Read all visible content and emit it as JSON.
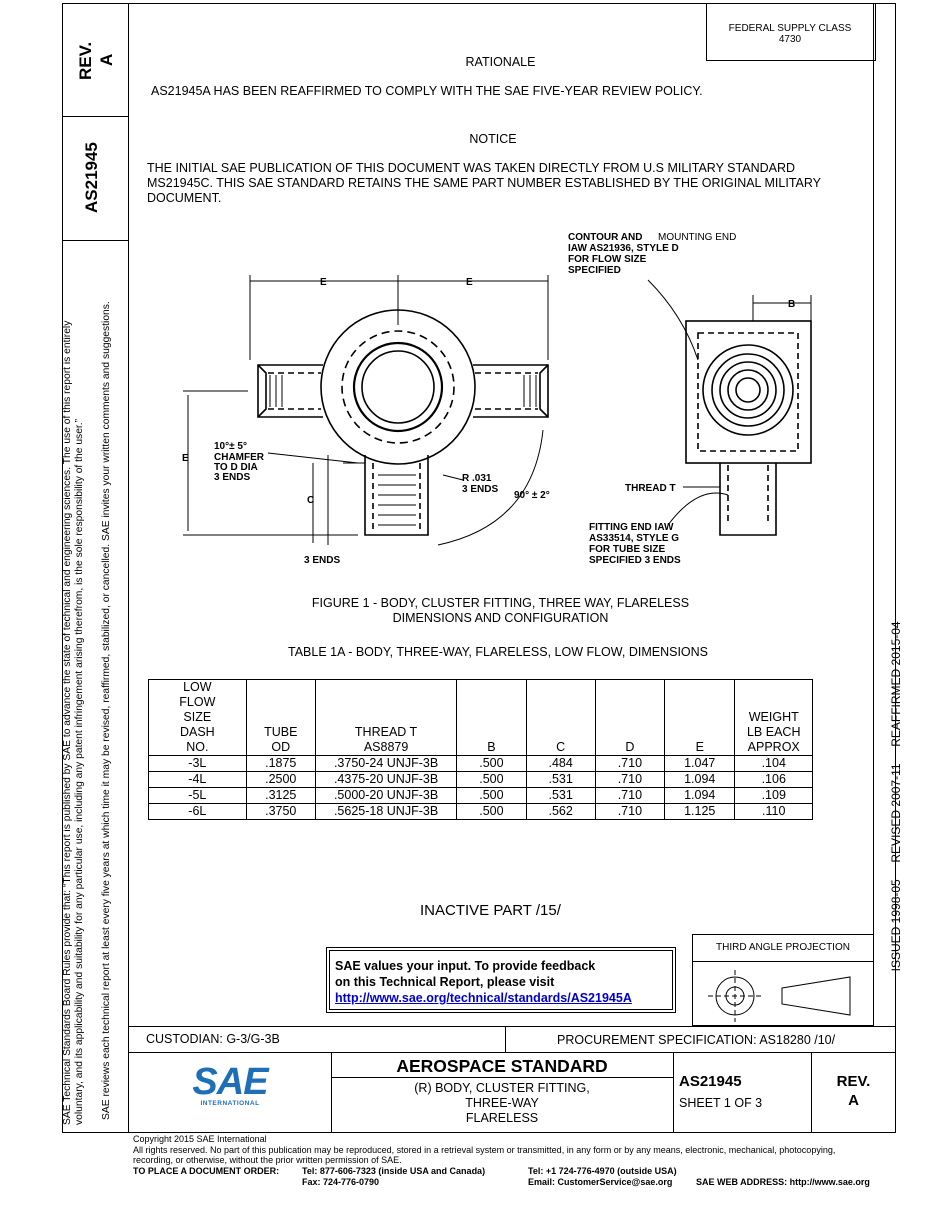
{
  "header": {
    "federal_supply_class": "FEDERAL SUPPLY CLASS",
    "fsc_number": "4730",
    "rev_label": "REV.",
    "rev_value": "A",
    "doc_number": "AS21945"
  },
  "rationale": {
    "heading": "RATIONALE",
    "text": "AS21945A HAS BEEN REAFFIRMED TO COMPLY WITH THE SAE FIVE-YEAR REVIEW POLICY."
  },
  "notice": {
    "heading": "NOTICE",
    "line1": "THE INITIAL SAE PUBLICATION OF THIS DOCUMENT WAS TAKEN DIRECTLY FROM U.S MILITARY STANDARD",
    "line2": "MS21945C.  THIS SAE STANDARD RETAINS THE SAME PART NUMBER ESTABLISHED BY THE ORIGINAL MILITARY",
    "line3": "DOCUMENT."
  },
  "side_text": {
    "line1": "SAE Technical Standards Board Rules provide that: “This report is published by SAE to advance the state of technical and engineering sciences. The use of this report is entirely",
    "line2": "voluntary, and its applicability and suitability for any particular use, including any patent infringement arising therefrom, is the sole responsibility of the user.”",
    "line3": "SAE reviews each technical report at least every five years at which time it may be revised, reaffirmed, stabilized, or cancelled. SAE invites your written comments and suggestions."
  },
  "right_strip": {
    "text": "ISSUED 1998-05     REVISED 2007-11     REAFFIRMED 2015-04"
  },
  "drawing": {
    "label_contour": "CONTOUR AND",
    "label_mounting": "MOUNTING END",
    "label_iaw": "IAW AS21936, STYLE D",
    "label_flow": "FOR FLOW SIZE",
    "label_specified": "SPECIFIED",
    "dim_e": "E",
    "dim_b": "B",
    "dim_c": "C",
    "chamfer1": "10°± 5°",
    "chamfer2": "CHAMFER",
    "chamfer3": "TO D DIA",
    "chamfer4": "3 ENDS",
    "radius1": "R .031",
    "radius2": "3 ENDS",
    "angle": "90° ± 2°",
    "thread": "THREAD T",
    "ends3": "3 ENDS",
    "fitting1": "FITTING END IAW",
    "fitting2": "AS33514, STYLE G",
    "fitting3": "FOR TUBE SIZE",
    "fitting4": "SPECIFIED 3 ENDS"
  },
  "figure": {
    "caption_line1": "FIGURE 1 - BODY, CLUSTER FITTING, THREE WAY, FLARELESS",
    "caption_line2": "DIMENSIONS AND CONFIGURATION"
  },
  "table": {
    "title": "TABLE 1A - BODY, THREE-WAY, FLARELESS, LOW FLOW, DIMENSIONS",
    "headers": [
      [
        "LOW",
        "FLOW",
        "SIZE",
        "DASH",
        "NO."
      ],
      [
        "TUBE",
        "OD"
      ],
      [
        "THREAD T",
        "AS8879"
      ],
      [
        "B"
      ],
      [
        "C"
      ],
      [
        "D"
      ],
      [
        "E"
      ],
      [
        "WEIGHT",
        "LB EACH",
        "APPROX"
      ]
    ],
    "rows": [
      [
        "-3L",
        ".1875",
        ".3750-24 UNJF-3B",
        ".500",
        ".484",
        ".710",
        "1.047",
        ".104"
      ],
      [
        "-4L",
        ".2500",
        ".4375-20 UNJF-3B",
        ".500",
        ".531",
        ".710",
        "1.094",
        ".106"
      ],
      [
        "-5L",
        ".3125",
        ".5000-20 UNJF-3B",
        ".500",
        ".531",
        ".710",
        "1.094",
        ".109"
      ],
      [
        "-6L",
        ".3750",
        ".5625-18 UNJF-3B",
        ".500",
        ".562",
        ".710",
        "1.125",
        ".110"
      ]
    ]
  },
  "inactive": "INACTIVE PART /15/",
  "feedback": {
    "line1": "SAE values your input. To provide feedback",
    "line2": "on this Technical Report, please visit",
    "link": "http://www.sae.org/technical/standards/AS21945A"
  },
  "projection": {
    "label": "THIRD ANGLE PROJECTION"
  },
  "title_block": {
    "custodian": "CUSTODIAN: G-3/G-3B",
    "procurement": "PROCUREMENT SPECIFICATION: AS18280 /10/",
    "standard": "AEROSPACE STANDARD",
    "title1": "(R) BODY, CLUSTER FITTING,",
    "title2": "THREE-WAY",
    "title3": "FLARELESS",
    "doc": "AS21945",
    "sheet": "SHEET 1 OF 3",
    "rev_label": "REV.",
    "rev_value": "A",
    "logo_text": "SAE",
    "logo_sub": "INTERNATIONAL"
  },
  "footer": {
    "copyright": "Copyright 2015 SAE International",
    "rights1": "All rights reserved. No part of this publication may be reproduced, stored in a retrieval system or transmitted, in any form or by any means, electronic, mechanical, photocopying,",
    "rights2": "recording, or otherwise, without the prior written permission of SAE.",
    "order_label": "TO PLACE A DOCUMENT ORDER:",
    "tel_us": "Tel:  877-606-7323 (inside USA and Canada)",
    "fax": "Fax:  724-776-0790",
    "tel_intl": "Tel:  +1 724-776-4970 (outside USA)",
    "email": "Email:  CustomerService@sae.org",
    "web": "SAE WEB ADDRESS: http://www.sae.org"
  },
  "colors": {
    "link": "#0000cc",
    "logo_blue": "#1e6fb7"
  }
}
